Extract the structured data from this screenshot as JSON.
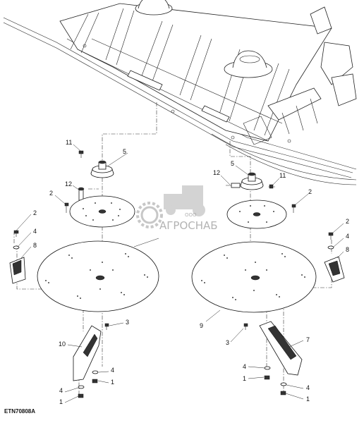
{
  "diagram": {
    "caption": "ETN70808A",
    "watermark": {
      "company_small": "ООО",
      "company": "АГРОСНАБ"
    },
    "callouts": {
      "c11_left": "11",
      "c5_left": "5",
      "c12_left": "12",
      "c2_left_plate": "2",
      "c2_left_outer": "2",
      "c4_left_outer": "4",
      "c8_left": "8",
      "c3_left": "3",
      "c10_left": "10",
      "c4_left_bottom_a": "4",
      "c1_left_bottom_a": "1",
      "c4_left_bottom_b": "4",
      "c1_left_bottom_b": "1",
      "c5_right": "5",
      "c12_right": "12",
      "c11_right": "11",
      "c2_right_plate": "2",
      "c2_right_outer": "2",
      "c4_right_outer": "4",
      "c8_right": "8",
      "c9_right": "9",
      "c3_right": "3",
      "c7_right": "7",
      "c4_right_bottom_a": "4",
      "c1_right_bottom_a": "1",
      "c4_right_bottom_b": "4",
      "c1_right_bottom_b": "1"
    }
  }
}
